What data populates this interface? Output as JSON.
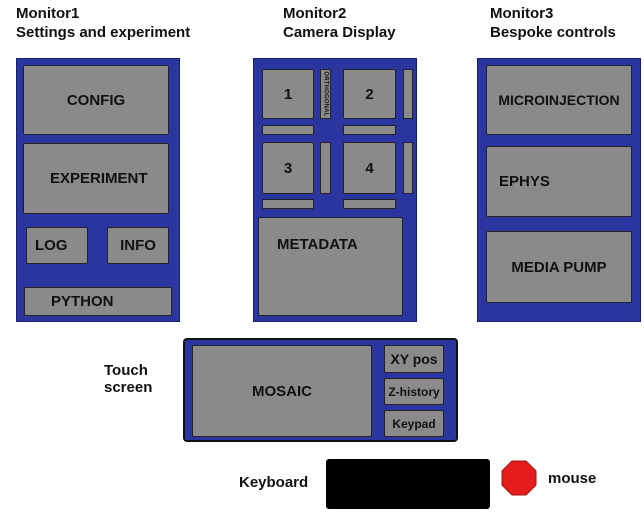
{
  "colors": {
    "monitor_bg": "#2b35a0",
    "panel_bg": "#8a8a8a",
    "mouse": "#e41c1c",
    "keyboard": "#000000"
  },
  "monitor1": {
    "title": "Monitor1",
    "subtitle": "Settings and experiment",
    "config": "CONFIG",
    "experiment": "EXPERIMENT",
    "log": "LOG",
    "info": "INFO",
    "python": "PYTHON"
  },
  "monitor2": {
    "title": "Monitor2",
    "subtitle": "Camera Display",
    "cam1": "1",
    "cam2": "2",
    "cam3": "3",
    "cam4": "4",
    "orthogonal": "ORTHOGONAL",
    "metadata": "METADATA"
  },
  "monitor3": {
    "title": "Monitor3",
    "subtitle": "Bespoke controls",
    "microinjection": "MICROINJECTION",
    "ephys": "EPHYS",
    "media_pump": "MEDIA PUMP"
  },
  "touchscreen": {
    "label_line1": "Touch",
    "label_line2": "screen",
    "mosaic": "MOSAIC",
    "xy_pos": "XY pos",
    "z_history": "Z-history",
    "keypad": "Keypad"
  },
  "peripherals": {
    "keyboard": "Keyboard",
    "mouse": "mouse",
    "mouse_icon": "octagon-icon"
  }
}
